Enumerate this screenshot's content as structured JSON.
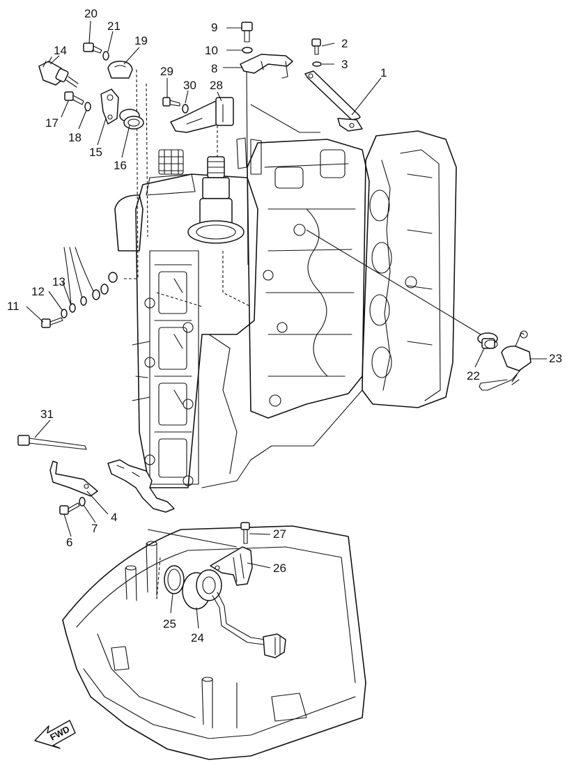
{
  "diagram": {
    "callouts": [
      {
        "id": "1",
        "label": "1"
      },
      {
        "id": "2",
        "label": "2"
      },
      {
        "id": "3",
        "label": "3"
      },
      {
        "id": "4",
        "label": "4"
      },
      {
        "id": "6",
        "label": "6"
      },
      {
        "id": "7",
        "label": "7"
      },
      {
        "id": "8",
        "label": "8"
      },
      {
        "id": "9",
        "label": "9"
      },
      {
        "id": "10",
        "label": "10"
      },
      {
        "id": "11",
        "label": "11"
      },
      {
        "id": "12",
        "label": "12"
      },
      {
        "id": "13",
        "label": "13"
      },
      {
        "id": "14",
        "label": "14"
      },
      {
        "id": "15",
        "label": "15"
      },
      {
        "id": "16",
        "label": "16"
      },
      {
        "id": "17",
        "label": "17"
      },
      {
        "id": "18",
        "label": "18"
      },
      {
        "id": "19",
        "label": "19"
      },
      {
        "id": "20",
        "label": "20"
      },
      {
        "id": "21",
        "label": "21"
      },
      {
        "id": "22",
        "label": "22"
      },
      {
        "id": "23",
        "label": "23"
      },
      {
        "id": "24",
        "label": "24"
      },
      {
        "id": "25",
        "label": "25"
      },
      {
        "id": "26",
        "label": "26"
      },
      {
        "id": "27",
        "label": "27"
      },
      {
        "id": "28",
        "label": "28"
      },
      {
        "id": "29",
        "label": "29"
      },
      {
        "id": "30",
        "label": "30"
      },
      {
        "id": "31",
        "label": "31"
      }
    ],
    "fwd_label": "FWD"
  }
}
